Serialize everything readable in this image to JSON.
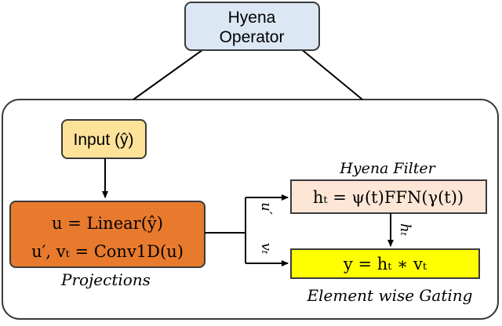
{
  "diagram": {
    "top_node": {
      "line1": "Hyena",
      "line2": "Operator"
    },
    "input_node": {
      "label": "Input (ŷ)"
    },
    "projection_node": {
      "line1": "u = Linear(ŷ)",
      "line2": "u′, vₜ = Conv1D(u)",
      "caption": "Projections"
    },
    "filter_node": {
      "equation": "hₜ = ψ(t)FFN(γ(t))",
      "caption": "Hyena Filter"
    },
    "gating_node": {
      "equation": "y = hₜ ∗ vₜ",
      "caption": "Element wise Gating"
    },
    "edge_labels": {
      "u_prime": "u′",
      "v_t": "vₜ",
      "h_t": "hₜ"
    },
    "colors": {
      "top_fill": "#dbe7f3",
      "input_fill": "#fde29a",
      "projection_fill": "#e87a2d",
      "filter_fill": "#fde6d6",
      "gating_fill": "#ffff00",
      "stroke": "#3a3a3a"
    }
  }
}
